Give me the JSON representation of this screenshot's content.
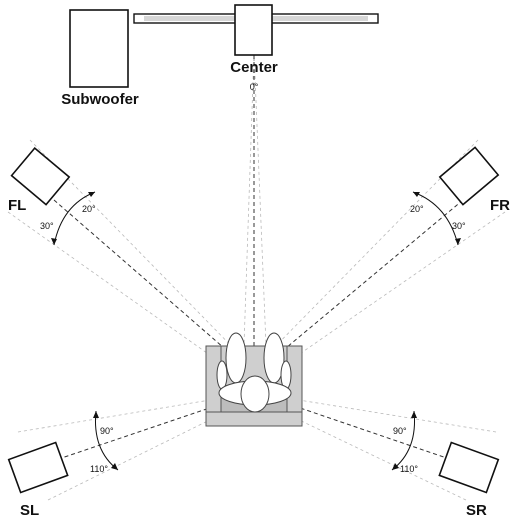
{
  "speakers": {
    "subwoofer": "Subwoofer",
    "center": "Center",
    "front_left": "FL",
    "front_right": "FR",
    "surround_left": "SL",
    "surround_right": "SR"
  },
  "angles": {
    "center": "0°",
    "front_left_inner": "20°",
    "front_left_outer": "30°",
    "front_right_inner": "20°",
    "front_right_outer": "30°",
    "surround_left_inner": "90°",
    "surround_left_outer": "110°",
    "surround_right_inner": "90°",
    "surround_right_outer": "110°"
  },
  "colors": {
    "line": "#111111",
    "guide": "#b9b9b9",
    "seat": "#cfcfcf"
  }
}
